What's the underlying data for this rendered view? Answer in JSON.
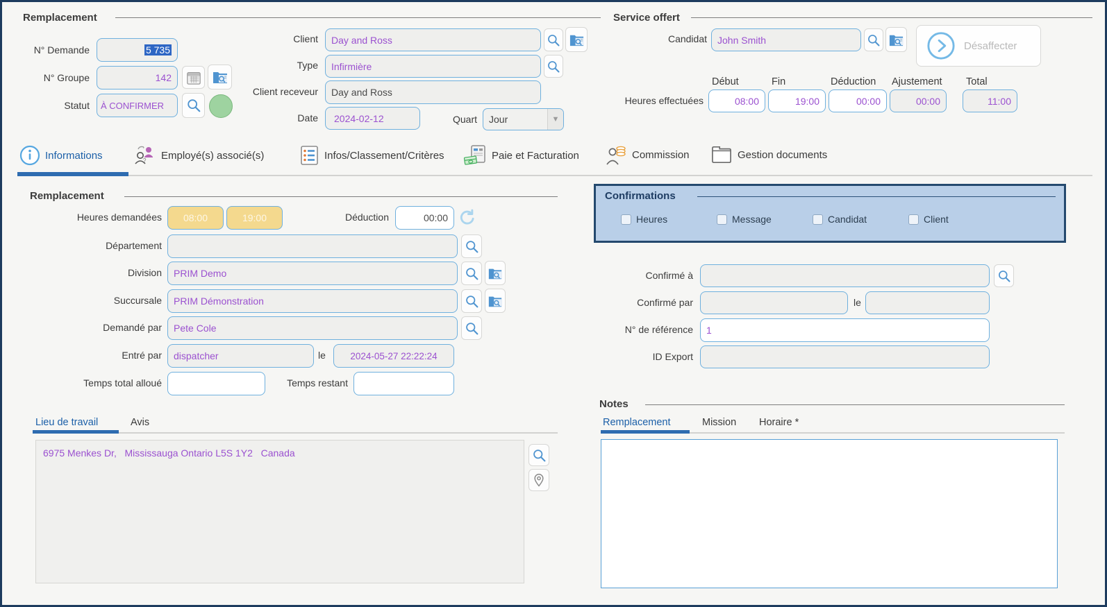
{
  "top": {
    "remplacement": {
      "title": "Remplacement",
      "no_demande_label": "N° Demande",
      "no_demande_value": "5 735",
      "no_groupe_label": "N° Groupe",
      "no_groupe_value": "142",
      "statut_label": "Statut",
      "statut_value": "À CONFIRMER"
    },
    "client_column": {
      "client_label": "Client",
      "client_value": "Day and Ross",
      "type_label": "Type",
      "type_value": "Infirmière",
      "client_receveur_label": "Client receveur",
      "client_receveur_value": "Day and Ross",
      "date_label": "Date",
      "date_value": "2024-02-12",
      "quart_label": "Quart",
      "quart_value": "Jour"
    },
    "service_offert": {
      "title": "Service offert",
      "candidat_label": "Candidat",
      "candidat_value": "John Smith",
      "desaffecter_label": "Désaffecter",
      "heures_effectuees_label": "Heures effectuées",
      "col_debut": "Début",
      "col_fin": "Fin",
      "col_deduction": "Déduction",
      "col_ajustement": "Ajustement",
      "col_total": "Total",
      "debut_value": "08:00",
      "fin_value": "19:00",
      "deduction_value": "00:00",
      "ajustement_value": "00:00",
      "total_value": "11:00"
    }
  },
  "tabs": [
    {
      "label": "Informations",
      "active": true
    },
    {
      "label": "Employé(s) associé(s)",
      "active": false
    },
    {
      "label": "Infos/Classement/Critères",
      "active": false
    },
    {
      "label": "Paie et Facturation",
      "active": false
    },
    {
      "label": "Commission",
      "active": false
    },
    {
      "label": "Gestion documents",
      "active": false
    }
  ],
  "main": {
    "remplacement": {
      "title": "Remplacement",
      "heures_demandees_label": "Heures demandées",
      "heure_debut_value": "08:00",
      "heure_fin_value": "19:00",
      "deduction_label": "Déduction",
      "deduction_value": "00:00",
      "departement_label": "Département",
      "departement_value": "",
      "division_label": "Division",
      "division_value": "PRIM Demo",
      "succursale_label": "Succursale",
      "succursale_value": "PRIM Démonstration",
      "demande_par_label": "Demandé par",
      "demande_par_value": "Pete Cole",
      "entre_par_label": "Entré par",
      "entre_par_value": "dispatcher",
      "le_label": "le",
      "entre_le_value": "2024-05-27 22:22:24",
      "temps_total_alloue_label": "Temps total alloué",
      "temps_total_alloue_value": "",
      "temps_restant_label": "Temps restant",
      "temps_restant_value": ""
    },
    "lieu_tabs": [
      {
        "label": "Lieu de travail",
        "active": true
      },
      {
        "label": "Avis",
        "active": false
      }
    ],
    "adresse_value": "6975 Menkes Dr,   Mississauga Ontario L5S 1Y2   Canada",
    "confirmations": {
      "title": "Confirmations",
      "checkboxes": [
        {
          "label": "Heures",
          "checked": false
        },
        {
          "label": "Message",
          "checked": false
        },
        {
          "label": "Candidat",
          "checked": false
        },
        {
          "label": "Client",
          "checked": false
        }
      ]
    },
    "confirmation_fields": {
      "confirme_a_label": "Confirmé à",
      "confirme_a_value": "",
      "confirme_par_label": "Confirmé par",
      "confirme_par_value": "",
      "le_label": "le",
      "confirme_le_value": "",
      "no_reference_label": "N° de référence",
      "no_reference_value": "1",
      "id_export_label": "ID Export",
      "id_export_value": ""
    },
    "notes": {
      "title": "Notes",
      "tabs": [
        {
          "label": "Remplacement",
          "active": true
        },
        {
          "label": "Mission",
          "active": false
        },
        {
          "label": "Horaire *",
          "active": false
        }
      ],
      "content": ""
    }
  },
  "colors": {
    "window_border": "#1d3b5e",
    "field_border_blue": "#6fb0de",
    "value_purple": "#9b51d0",
    "selection_blue": "#2e66c4",
    "field_yellow": "#f4d98e",
    "status_green": "#9ed3a0",
    "active_tab_blue": "#1b5fa8",
    "confirmations_bg": "#b9cfe8",
    "confirmations_border": "#24496e"
  }
}
